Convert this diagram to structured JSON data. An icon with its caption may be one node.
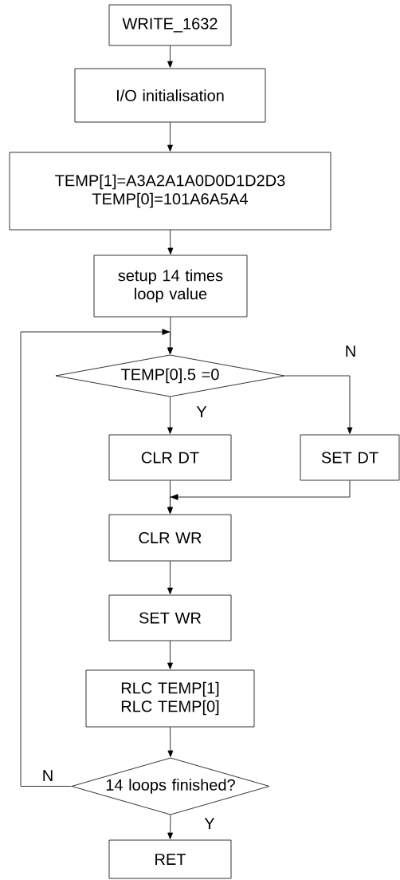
{
  "diagram": {
    "nodes": [
      {
        "text": [
          "WRITE_1632"
        ]
      },
      {
        "text": [
          "I/O initialisation"
        ]
      },
      {
        "text": [
          "TEMP[1]=A3A2A1A0D0D1D2D3",
          "TEMP[0]=101A6A5A4"
        ]
      },
      {
        "text": [
          "setup 14 times loop value"
        ]
      },
      {
        "text": [
          "TEMP[0].5 =0"
        ]
      },
      {
        "text": [
          "CLR DT"
        ]
      },
      {
        "text": [
          "SET DT"
        ]
      },
      {
        "text": [
          "CLR WR"
        ]
      },
      {
        "text": [
          "SET WR"
        ]
      },
      {
        "text": [
          "RLC TEMP[1]",
          "RLC TEMP[0]"
        ]
      },
      {
        "text": [
          "14 loops finished?"
        ]
      },
      {
        "text": [
          "RET"
        ]
      }
    ],
    "edges": [
      {
        "from": 0,
        "to": 1,
        "arrow": "to"
      },
      {
        "from": 1,
        "to": 2,
        "arrow": "to"
      },
      {
        "from": 2,
        "to": 3,
        "arrow": "to"
      },
      {
        "from": 3,
        "to": 4,
        "arrow": "to"
      },
      {
        "from": 4,
        "to": 5,
        "arrow": "to",
        "label": "Y"
      },
      {
        "from": 4,
        "to": 6,
        "arrow": "to",
        "label": "N"
      },
      {
        "from": 5,
        "to": 7,
        "arrow": "to"
      },
      {
        "from": 6,
        "to": 7,
        "arrow": "to"
      },
      {
        "from": 7,
        "to": 8,
        "arrow": "to"
      },
      {
        "from": 8,
        "to": 9,
        "arrow": "to"
      },
      {
        "from": 9,
        "to": 10,
        "arrow": "to"
      },
      {
        "from": 10,
        "to": 4,
        "arrow": "to",
        "label": "N"
      },
      {
        "from": 10,
        "to": 11,
        "arrow": "to",
        "label": "Y"
      }
    ]
  }
}
